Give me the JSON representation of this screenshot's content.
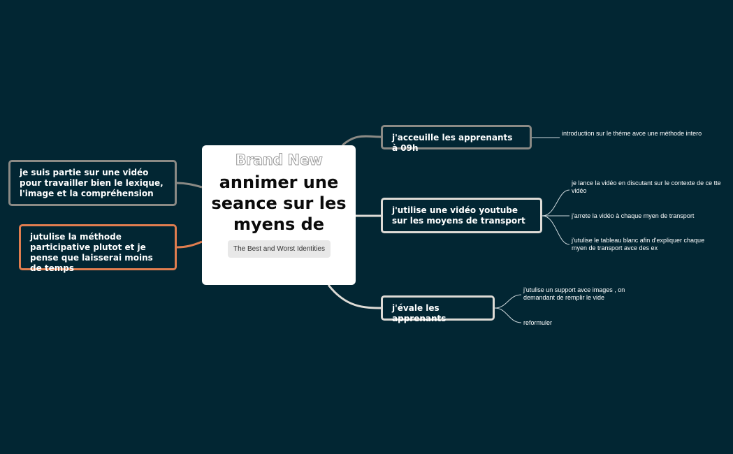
{
  "central": {
    "logo_text": "Brand New",
    "title": "annimer une seance sur les myens de",
    "subtitle": "The Best and Worst Identities"
  },
  "topics": {
    "accueil": "j'acceuille les apprenants à 09h",
    "video": "j'utilise une vidéo youtube sur les moyens de transport",
    "evaluation": "j'évale les apprenants",
    "partie": "je suis partie sur une vidéo pour travailler bien le lexique, l'image et la compréhension",
    "participative": "jutulise la méthode participative plutot et je pense que laisserai moins de temps"
  },
  "leaves": {
    "introduction": "introduction sur le théme avce une méthode intero",
    "lance": "je lance la vidéo en discutant sur le contexte de ce tte vidéo",
    "arrete": "j'arrete la vidéo à chaque myen de transport",
    "tableau": "j'utulise le tableau blanc afin d'expliquer chaque myen de transport avce des ex",
    "support": "j'utulise un support avce images , on demandant de remplir le vide",
    "reformuler": "reformuler"
  },
  "colors": {
    "background": "#022633",
    "central_fill": "#ffffff",
    "branch_gray": "#8b8a85",
    "branch_light": "#dedbd6",
    "branch_orange": "#e07d4f",
    "leaf_line": "#cfd8dc"
  }
}
